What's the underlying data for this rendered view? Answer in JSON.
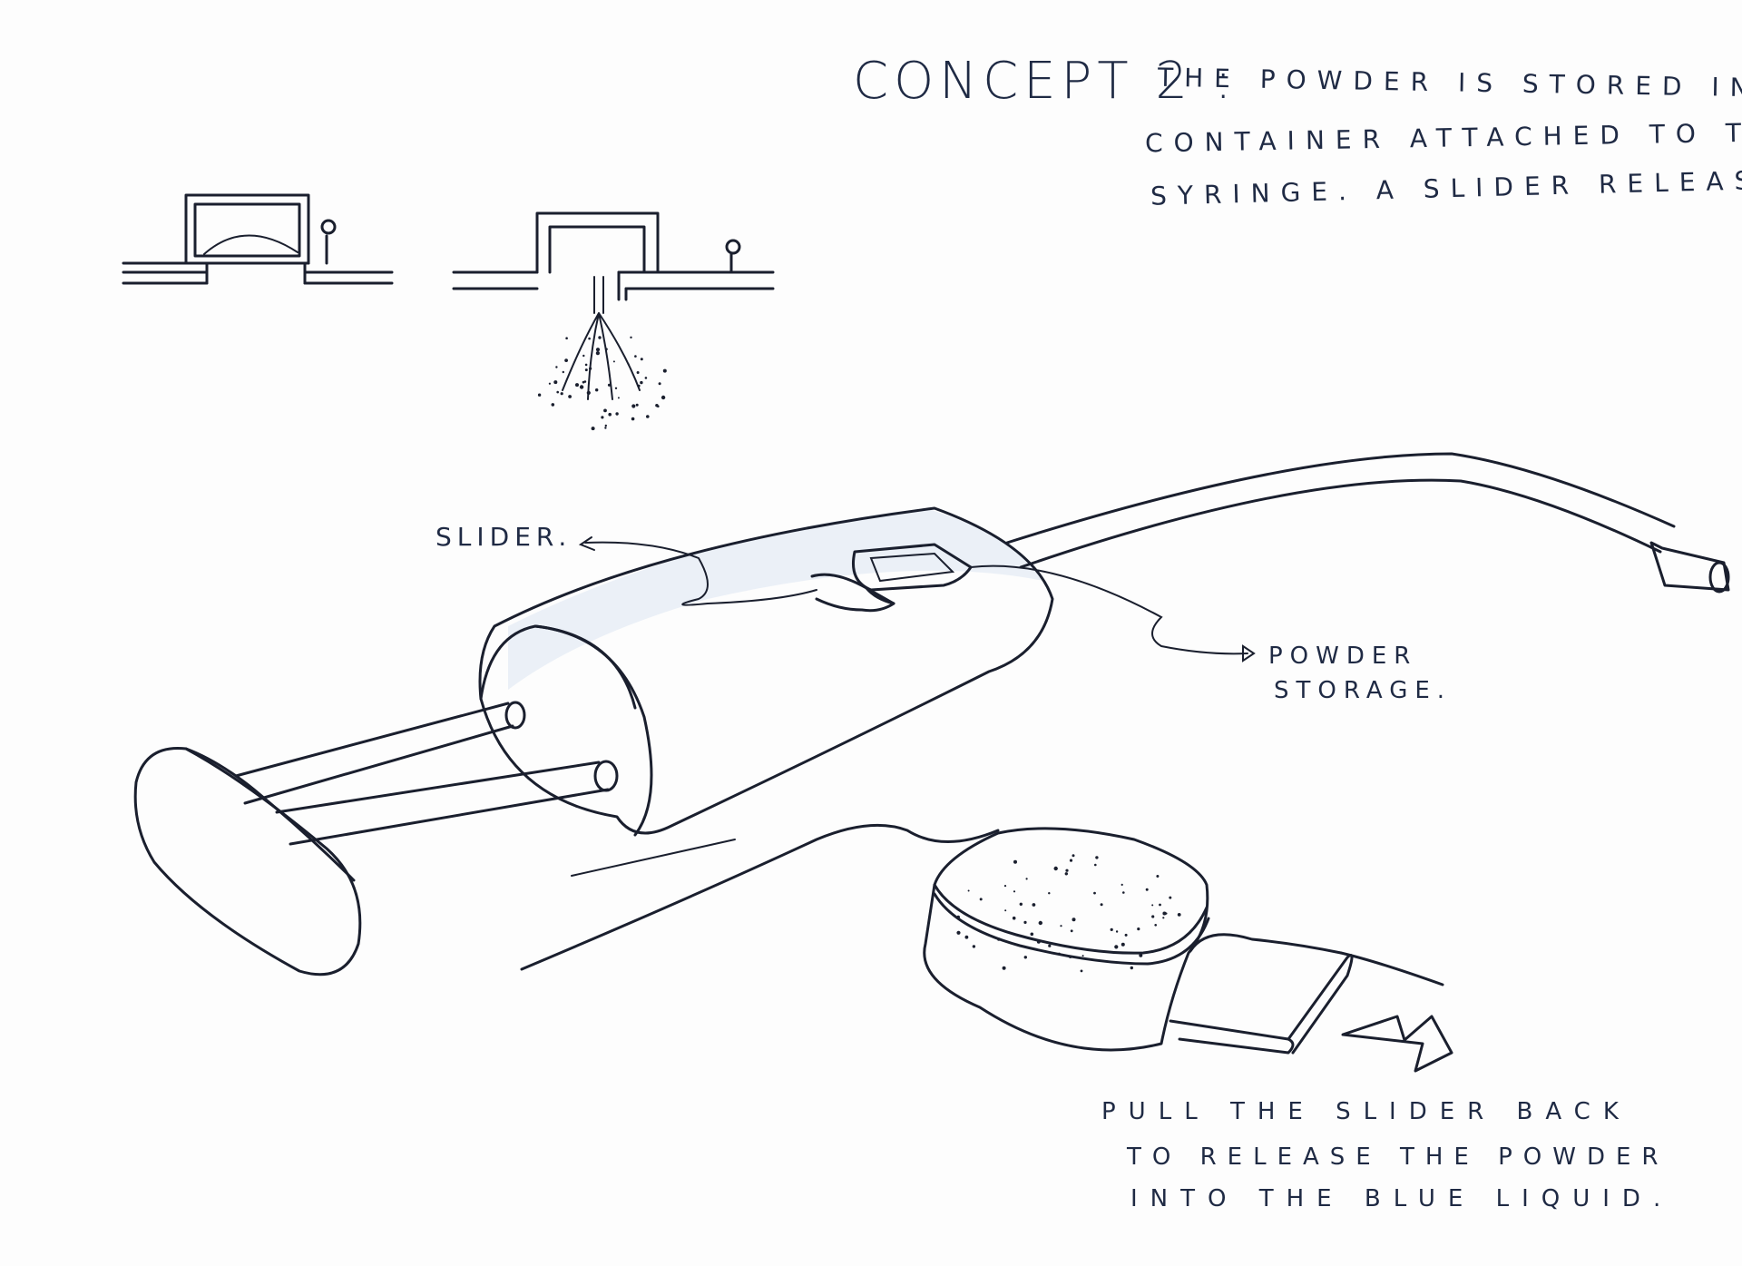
{
  "sheet": {
    "title": "CONCEPT 2 :",
    "description": [
      "THE POWDER IS STORED IN A",
      "CONTAINER ATTACHED TO THE",
      "SYRINGE. A SLIDER RELEASES IT."
    ],
    "labels": {
      "slider": "SLIDER.",
      "powder_storage": [
        "POWDER",
        "STORAGE."
      ]
    },
    "note": [
      "PULL THE SLIDER BACK",
      "TO RELEASE THE POWDER",
      "INTO THE BLUE LIQUID."
    ]
  },
  "colors": {
    "ink": "#1a1f2e",
    "pencil_wash": "#dde6f2",
    "paper": "#fdfdfd"
  }
}
